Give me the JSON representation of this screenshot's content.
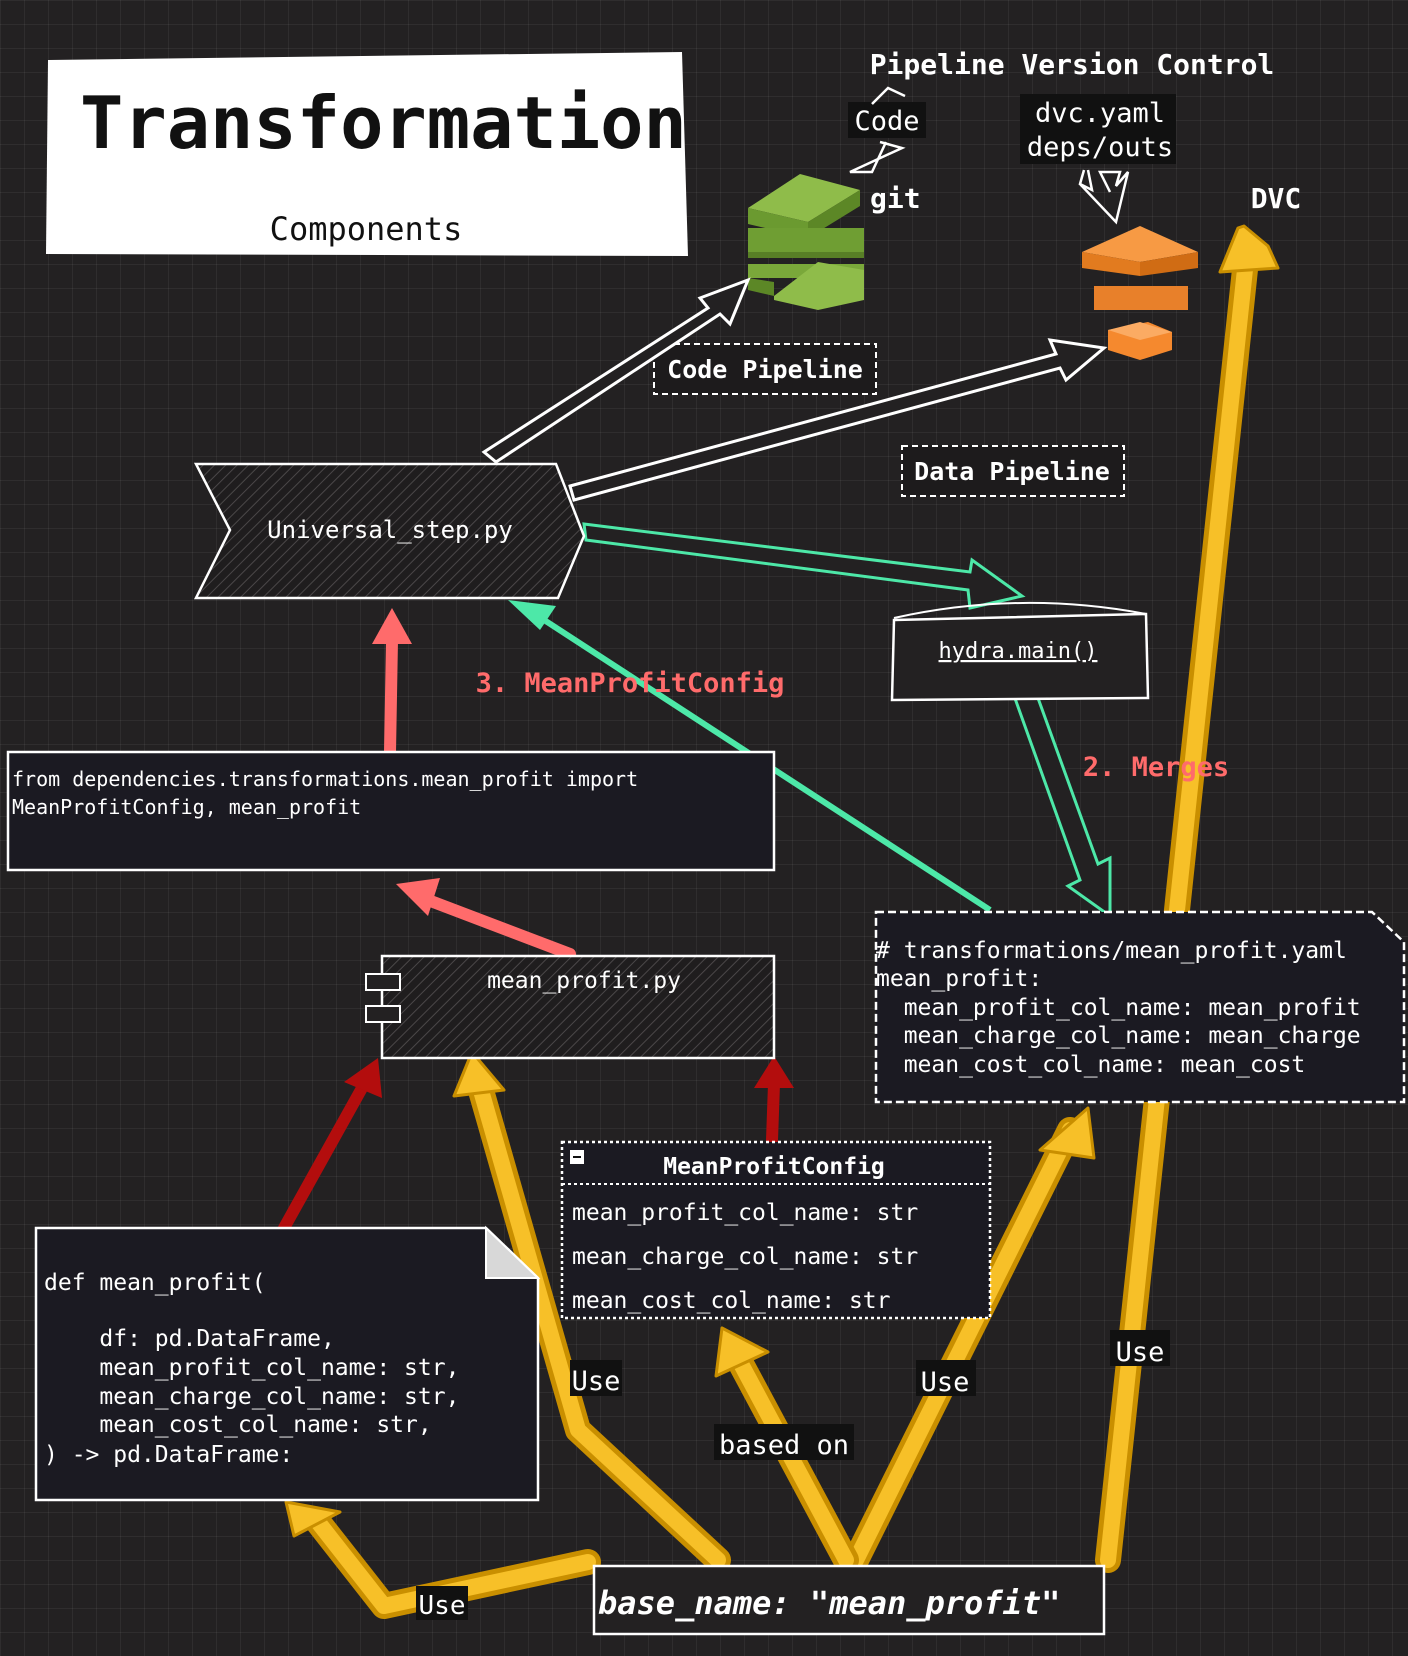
{
  "title": {
    "main": "Transformation",
    "sub": "Components"
  },
  "version_control": {
    "heading": "Pipeline Version Control",
    "code_label": "Code",
    "git_label": "git",
    "dvc_yaml_line1": "dvc.yaml",
    "dvc_yaml_line2": "deps/outs",
    "dvc_label": "DVC"
  },
  "pipelines": {
    "code": "Code Pipeline",
    "data": "Data Pipeline"
  },
  "universal_step": "Universal_step.py",
  "hydra_main": "hydra.main()",
  "step_labels": {
    "merges": "2. Merges",
    "mean_profit_config": "3. MeanProfitConfig"
  },
  "import_box": {
    "line1": "from dependencies.transformations.mean_profit import",
    "line2": "MeanProfitConfig, mean_profit"
  },
  "mean_profit_py": "mean_profit.py",
  "yaml_box": {
    "lines": [
      "# transformations/mean_profit.yaml",
      "mean_profit:",
      "  mean_profit_col_name: mean_profit",
      "  mean_charge_col_name: mean_charge",
      "  mean_cost_col_name: mean_cost"
    ]
  },
  "config_class": {
    "name": "MeanProfitConfig",
    "fields": [
      "mean_profit_col_name: str",
      "mean_charge_col_name: str",
      "mean_cost_col_name: str"
    ]
  },
  "function_box": {
    "lines": [
      "def mean_profit(",
      "",
      "    df: pd.DataFrame,",
      "    mean_profit_col_name: str,",
      "    mean_charge_col_name: str,",
      "    mean_cost_col_name: str,",
      ") -> pd.DataFrame:"
    ]
  },
  "base_name": "base_name: \"mean_profit\"",
  "arrow_labels": {
    "use_a": "Use",
    "use_b": "Use",
    "use_c": "Use",
    "use_d": "Use",
    "based_on": "based on"
  },
  "colors": {
    "background": "#232122",
    "white_arrow": "#ffffff",
    "green_arrow": "#4de8a8",
    "salmon_arrow": "#ff6b6b",
    "dark_red_arrow": "#b30d0d",
    "yellow_arrow": "#f5b818",
    "git_green": "#7aa83a",
    "dvc_orange": "#f5892e",
    "label_red": "#ff6b6b"
  },
  "icons": {
    "git": "git-stack-icon",
    "dvc": "dvc-stack-icon",
    "component": "component-icon",
    "collapse": "collapse-icon"
  }
}
